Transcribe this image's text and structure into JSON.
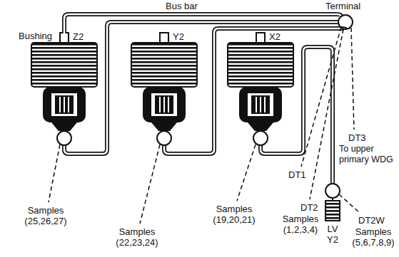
{
  "diagram": {
    "labels": [
      "Bus bar",
      "Terminal",
      "Bushing",
      "Z2",
      "Y2",
      "X2",
      "DT1",
      "DT2",
      "Samples (1,2,3,4)",
      "DT3",
      "To upper primary WDG",
      "DT2W",
      "Samples (5,6,7,8,9)",
      "LV Y2",
      "Samples (25,26,27)",
      "Samples (22,23,24)",
      "Samples (19,20,21)"
    ]
  }
}
